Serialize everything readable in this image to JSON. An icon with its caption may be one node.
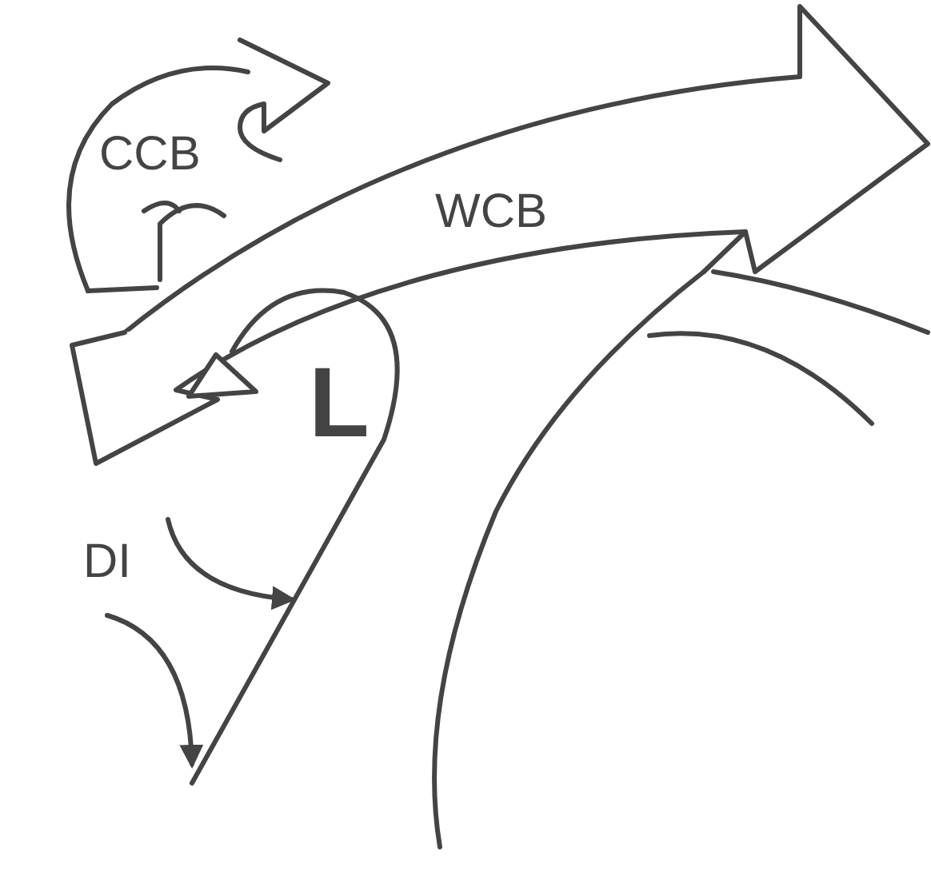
{
  "diagram": {
    "labels": [
      "CCB",
      "WCB",
      "L",
      "DI"
    ]
  }
}
